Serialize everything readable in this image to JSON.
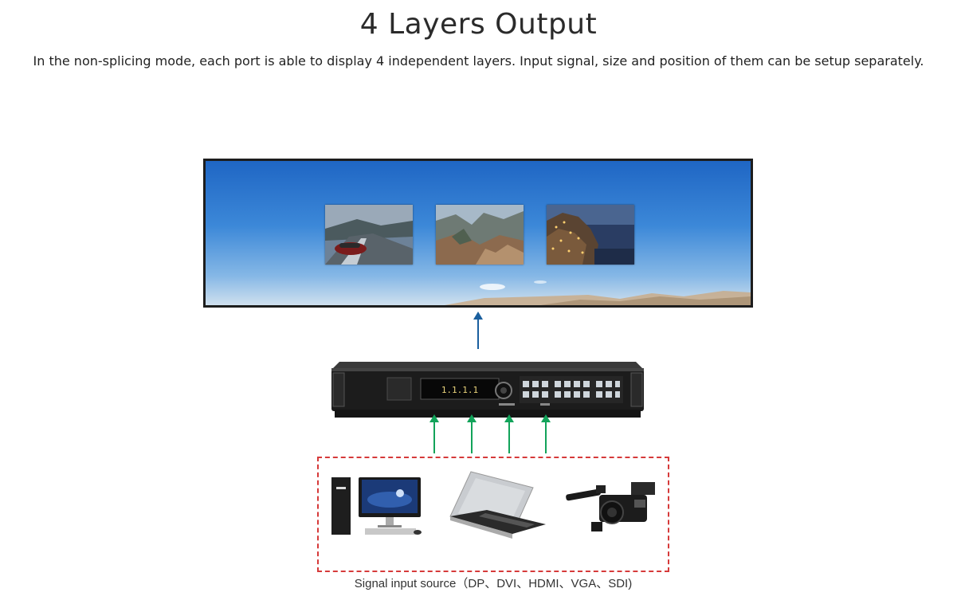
{
  "header": {
    "title": "4 Layers Output",
    "description": "In the non-splicing mode, each port is able to display 4 independent layers. Input signal, size and position of them can be setup separately."
  },
  "screen": {
    "layers": [
      {
        "name": "sports-car-road"
      },
      {
        "name": "mountain-canyon"
      },
      {
        "name": "coastal-village-night"
      }
    ]
  },
  "device": {
    "display_text": "1.1.1.1"
  },
  "sources": {
    "items": [
      "desktop-computer",
      "laptop",
      "video-camera"
    ],
    "caption": "Signal input source（DP、DVI、HDMI、VGA、SDI)"
  },
  "colors": {
    "output_arrow": "#1a5f9e",
    "input_arrow": "#12a35a",
    "source_border": "#d63a3a"
  }
}
